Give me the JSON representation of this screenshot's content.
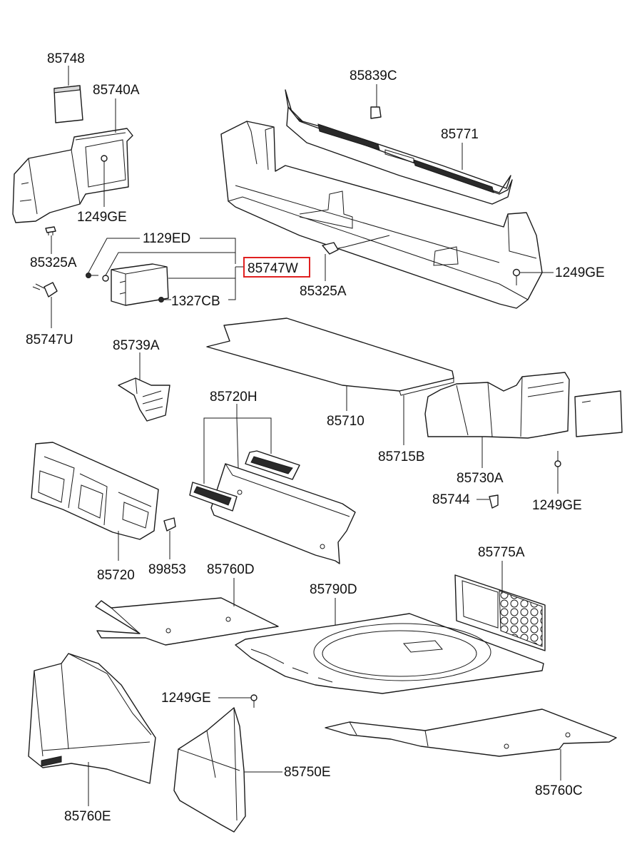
{
  "highlight_color": "#e02020",
  "highlighted_part": "85747W",
  "labels": {
    "p85748": "85748",
    "p85740A": "85740A",
    "p1249GE_a": "1249GE",
    "p85325A_a": "85325A",
    "p85747U": "85747U",
    "p1129ED": "1129ED",
    "p85747W": "85747W",
    "p1327CB": "1327CB",
    "p85839C": "85839C",
    "p85771": "85771",
    "p85325A_b": "85325A",
    "p1249GE_b": "1249GE",
    "p85739A": "85739A",
    "p85710": "85710",
    "p85715B": "85715B",
    "p85720H": "85720H",
    "p85730A": "85730A",
    "p85744": "85744",
    "p1249GE_c": "1249GE",
    "p85720": "85720",
    "p89853": "89853",
    "p85760D": "85760D",
    "p85790D": "85790D",
    "p85775A": "85775A",
    "p1249GE_d": "1249GE",
    "p85750E": "85750E",
    "p85760E": "85760E",
    "p85760C": "85760C"
  }
}
